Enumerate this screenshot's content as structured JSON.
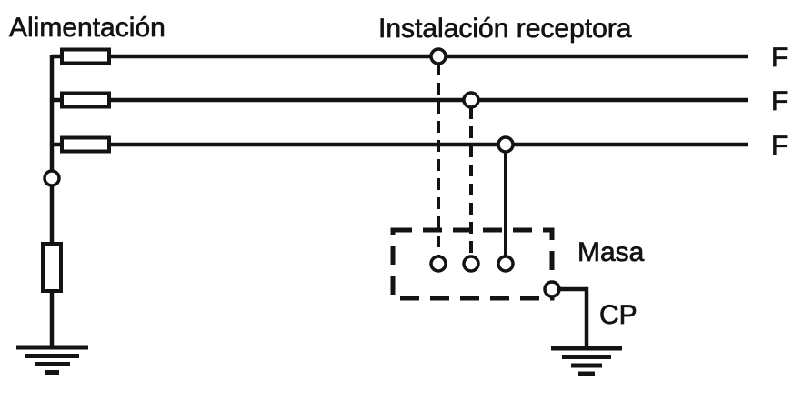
{
  "figure": {
    "kind": "electrical-earthing-schematic",
    "supply": {
      "label": "Alimentación"
    },
    "installation": {
      "label": "Instalación receptora"
    },
    "phases": [
      "F",
      "F",
      "F"
    ],
    "mass": {
      "label": "Masa"
    },
    "protective_conductor": {
      "label": "CP"
    },
    "colors": {
      "ink": "#131313",
      "paper": "#ffffff"
    }
  }
}
